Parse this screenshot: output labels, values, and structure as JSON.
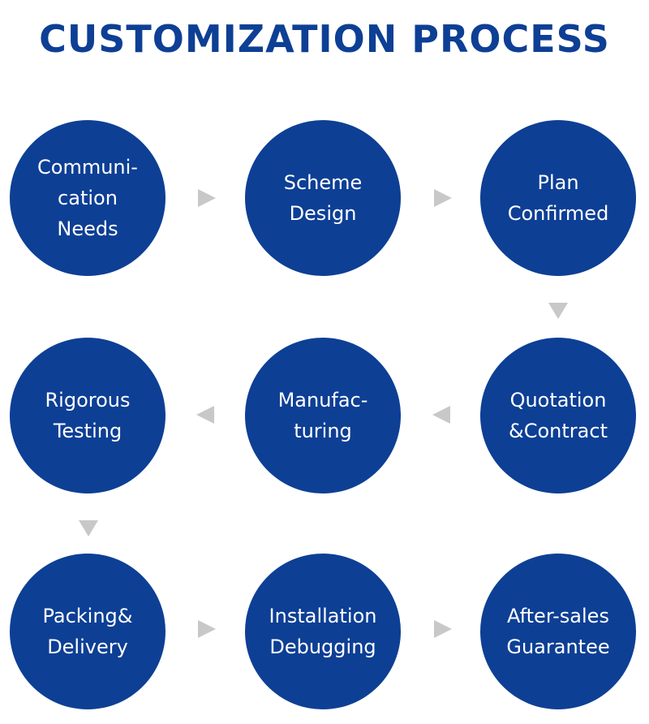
{
  "title": "CUSTOMIZATION PROCESS",
  "colors": {
    "circle": "#0d3f95",
    "title": "#0d3f95",
    "arrow": "#c8c8c8",
    "text": "#ffffff"
  },
  "steps": [
    {
      "label": "Communi-\ncation\nNeeds"
    },
    {
      "label": "Scheme\nDesign"
    },
    {
      "label": "Plan\nConfirmed"
    },
    {
      "label": "Rigorous\nTesting"
    },
    {
      "label": "Manufac-\nturing"
    },
    {
      "label": "Quotation\n&Contract"
    },
    {
      "label": "Packing&\nDelivery"
    },
    {
      "label": "Installation\nDebugging"
    },
    {
      "label": "After-sales\nGuarantee"
    }
  ]
}
